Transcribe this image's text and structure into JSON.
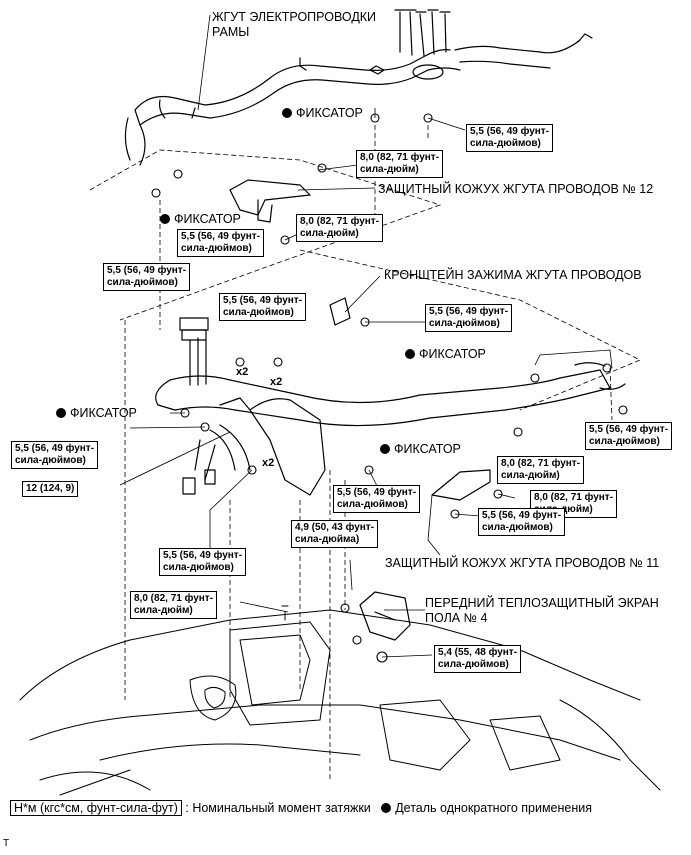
{
  "labels": {
    "frame_harness": "ЖГУТ ЭЛЕКТРОПРОВОДКИ\nРАМЫ",
    "harness_cover_12": "ЗАЩИТНЫЙ КОЖУХ ЖГУТА ПРОВОДОВ № 12",
    "clamp_bracket": "КРОНШТЕЙН ЗАЖИМА ЖГУТА ПРОВОДОВ",
    "harness_cover_11": "ЗАЩИТНЫЙ КОЖУХ ЖГУТА ПРОВОДОВ № 11",
    "heat_shield": "ПЕРЕДНИЙ ТЕПЛОЗАЩИТНЫЙ ЭКРАН\nПОЛА № 4"
  },
  "clips": {
    "clip_1": "ФИКСАТОР",
    "clip_2": "ФИКСАТОР",
    "clip_3": "ФИКСАТОР",
    "clip_4": "ФИКСАТОР",
    "clip_5": "ФИКСАТОР"
  },
  "torques": {
    "t1": "5,5 (56, 49 фунт-\nсила-дюймов)",
    "t2": "8,0 (82, 71 фунт-\nсила-дюйм)",
    "t3": "5,5 (56, 49 фунт-\nсила-дюймов)",
    "t4": "8,0 (82, 71 фунт-\nсила-дюйм)",
    "t5": "5,5 (56, 49 фунт-\nсила-дюймов)",
    "t6": "5,5 (56, 49 фунт-\nсила-дюймов)",
    "t7": "5,5 (56, 49 фунт-\nсила-дюймов)",
    "t8": "5,5 (56, 49 фунт-\nсила-дюймов)",
    "t9": "5,5 (56, 49 фунт-\nсила-дюймов)",
    "t10": "12 (124, 9)",
    "t11": "8,0 (82, 71 фунт-\nсила-дюйм)",
    "t12": "5,5 (56, 49 фунт-\nсила-дюймов)",
    "t13": "8,0 (82, 71 фунт-\nсила-дюйм)",
    "t14": "5,5 (56, 49 фунт-\nсила-дюймов)",
    "t15": "4,9 (50, 43 фунт-\nсила-дюйма)",
    "t16": "5,5 (56, 49 фунт-\nсила-дюймов)",
    "t17": "8,0 (82, 71 фунт-\nсила-дюйм)",
    "t18": "5,4 (55, 48 фунт-\nсила-дюймов)"
  },
  "multipliers": [
    "x2",
    "x2",
    "x2"
  ],
  "legend": {
    "unit_box": "Н*м (кгс*см, фунт-сила-фут)",
    "torque_text": ": Номинальный момент затяжки",
    "dot_text": "Деталь однократного применения"
  },
  "corner_mark": "T"
}
